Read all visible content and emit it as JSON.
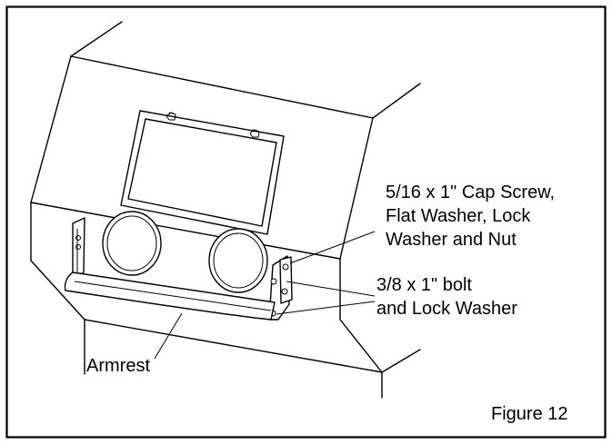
{
  "figure": {
    "caption": "Figure 12",
    "labels": {
      "cap_screw": [
        "5/16 x 1\" Cap Screw,",
        "Flat Washer, Lock",
        "Washer and Nut"
      ],
      "bolt": [
        "3/8 x 1\" bolt",
        "and Lock Washer"
      ],
      "armrest": "Armrest"
    }
  }
}
